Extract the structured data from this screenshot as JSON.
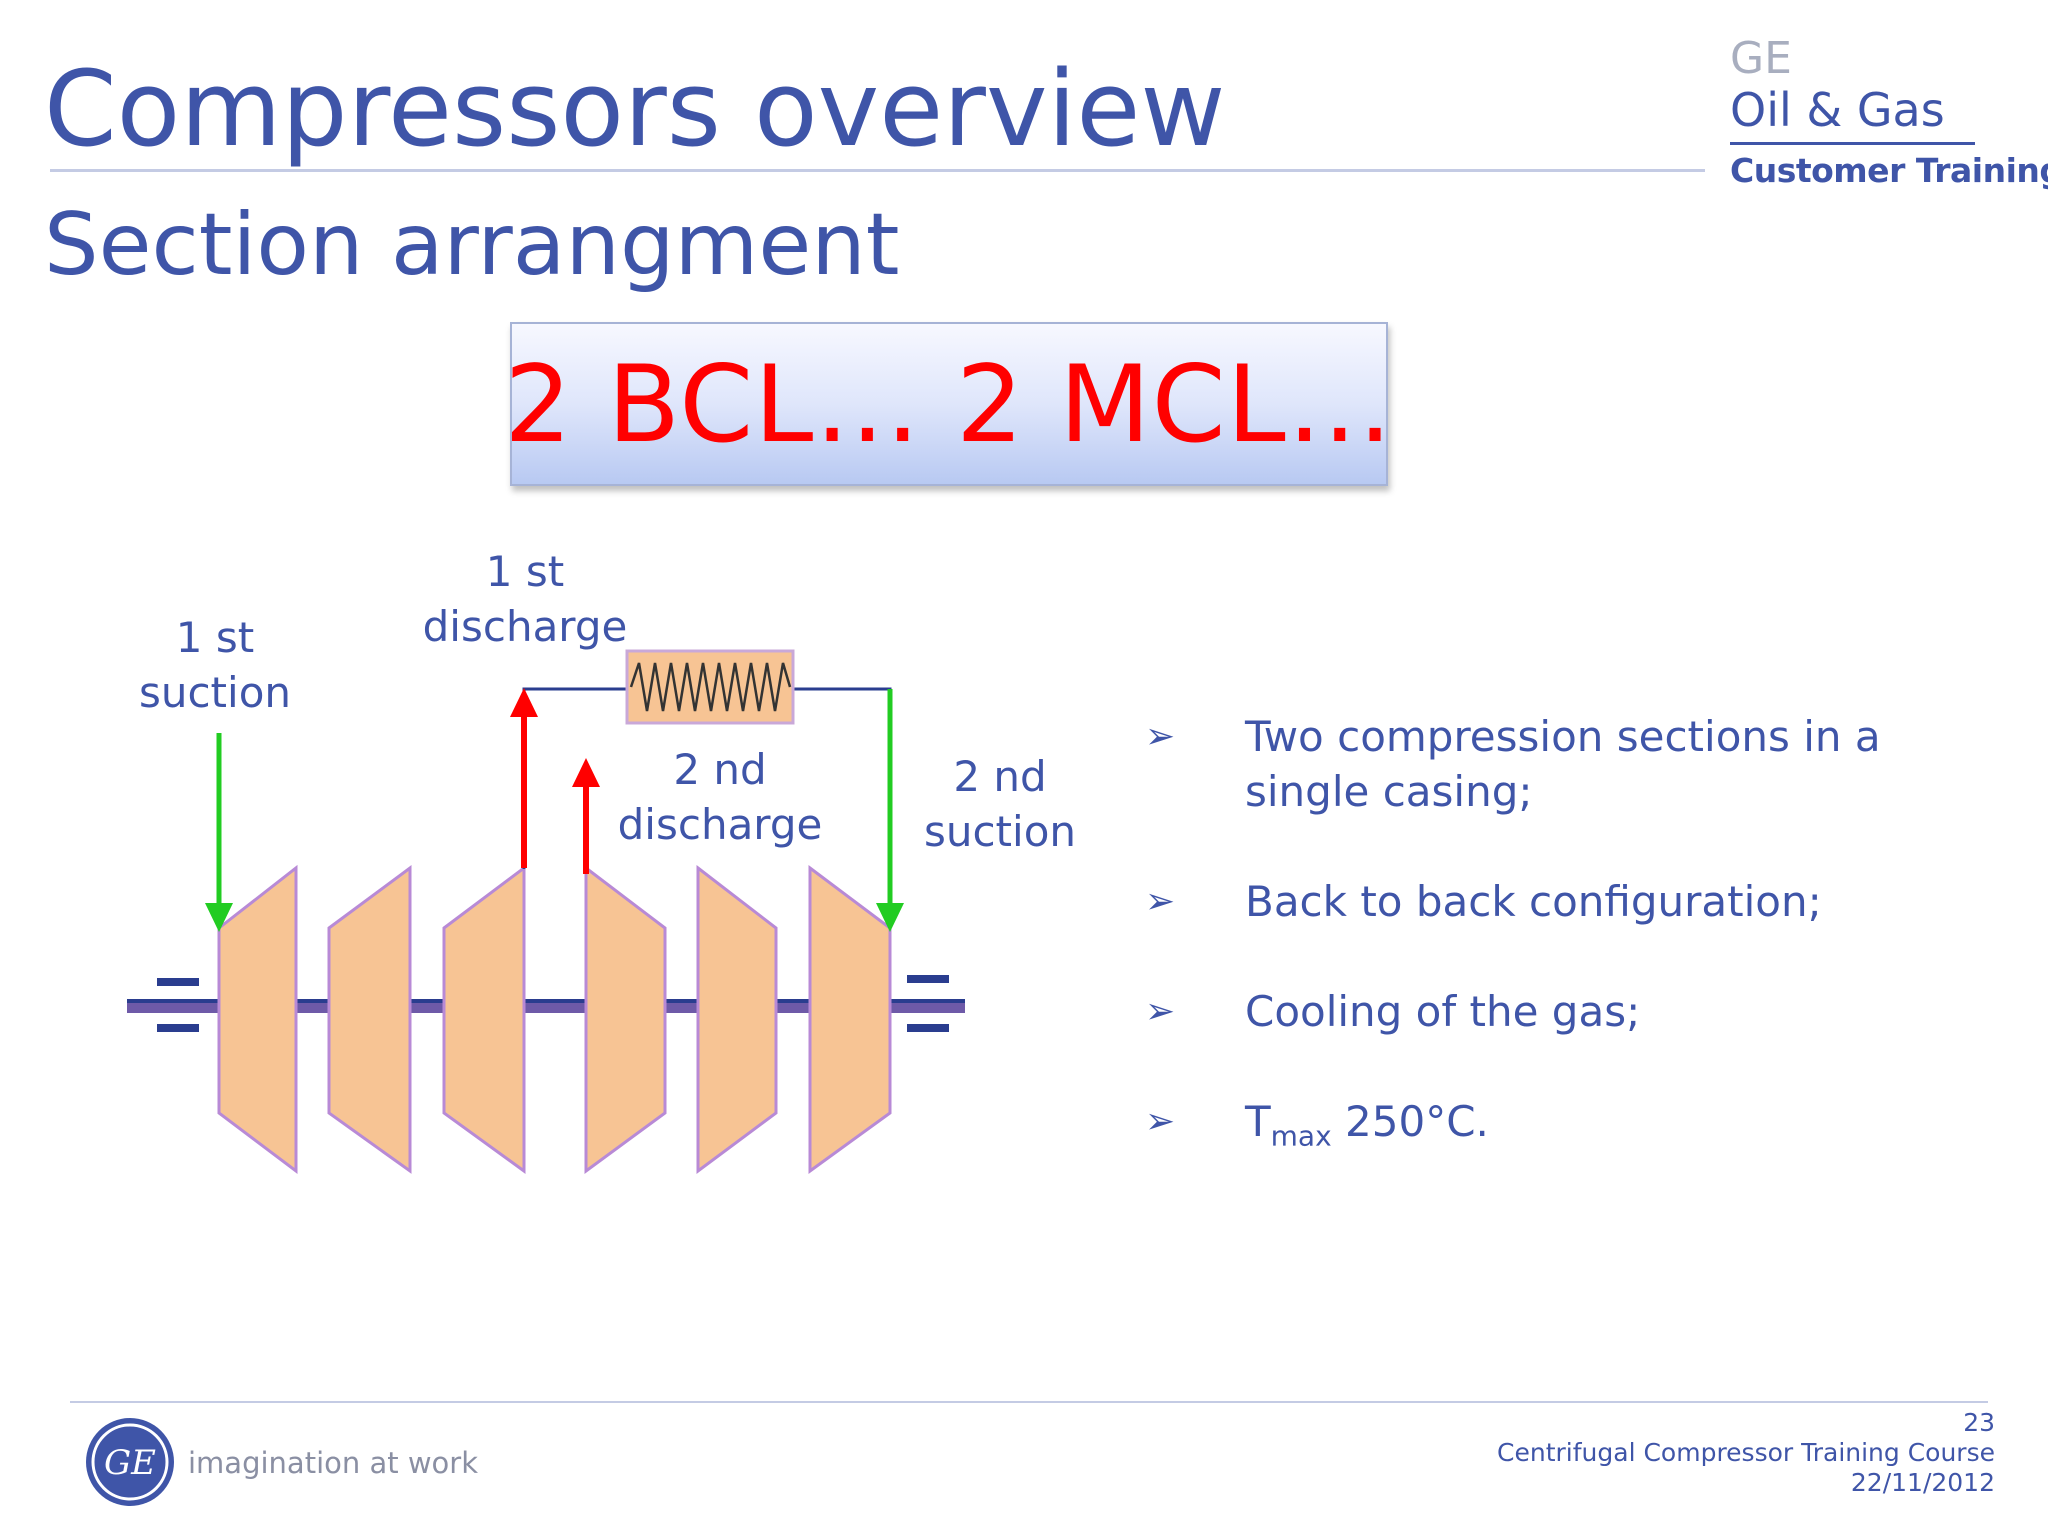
{
  "header": {
    "title": "Compressors overview",
    "subtitle": "Section arrangment"
  },
  "brand": {
    "line1": "GE",
    "line2": "Oil & Gas",
    "line3": "Customer Training"
  },
  "model_box": {
    "text": "2 BCL… 2 MCL…"
  },
  "diagram": {
    "labels": {
      "first_suction_l1": "1 st",
      "first_suction_l2": "suction",
      "first_discharge_l1": "1 st",
      "first_discharge_l2": "discharge",
      "second_discharge_l1": "2 nd",
      "second_discharge_l2": "discharge",
      "second_suction_l1": "2 nd",
      "second_suction_l2": "suction"
    },
    "colors": {
      "impeller_fill": "#f7c494",
      "impeller_edge": "#b88ad6",
      "shaft": "#6e5aa8",
      "suction_arrow": "#22cc22",
      "discharge_arrow": "#ff0000",
      "pipe": "#2a3d8f",
      "cooler_fill": "#f7c494"
    }
  },
  "bullets": [
    {
      "text": "Two compression sections in a single casing;"
    },
    {
      "text": "Back to back configuration;"
    },
    {
      "text": "Cooling of the gas;"
    },
    {
      "prefix": "T",
      "sub": "max",
      "text": " 250°C."
    }
  ],
  "footer": {
    "logo_text": "GE",
    "tagline": "imagination at work",
    "page_number": "23",
    "course": "Centrifugal Compressor Training Course",
    "date": "22/11/2012"
  }
}
